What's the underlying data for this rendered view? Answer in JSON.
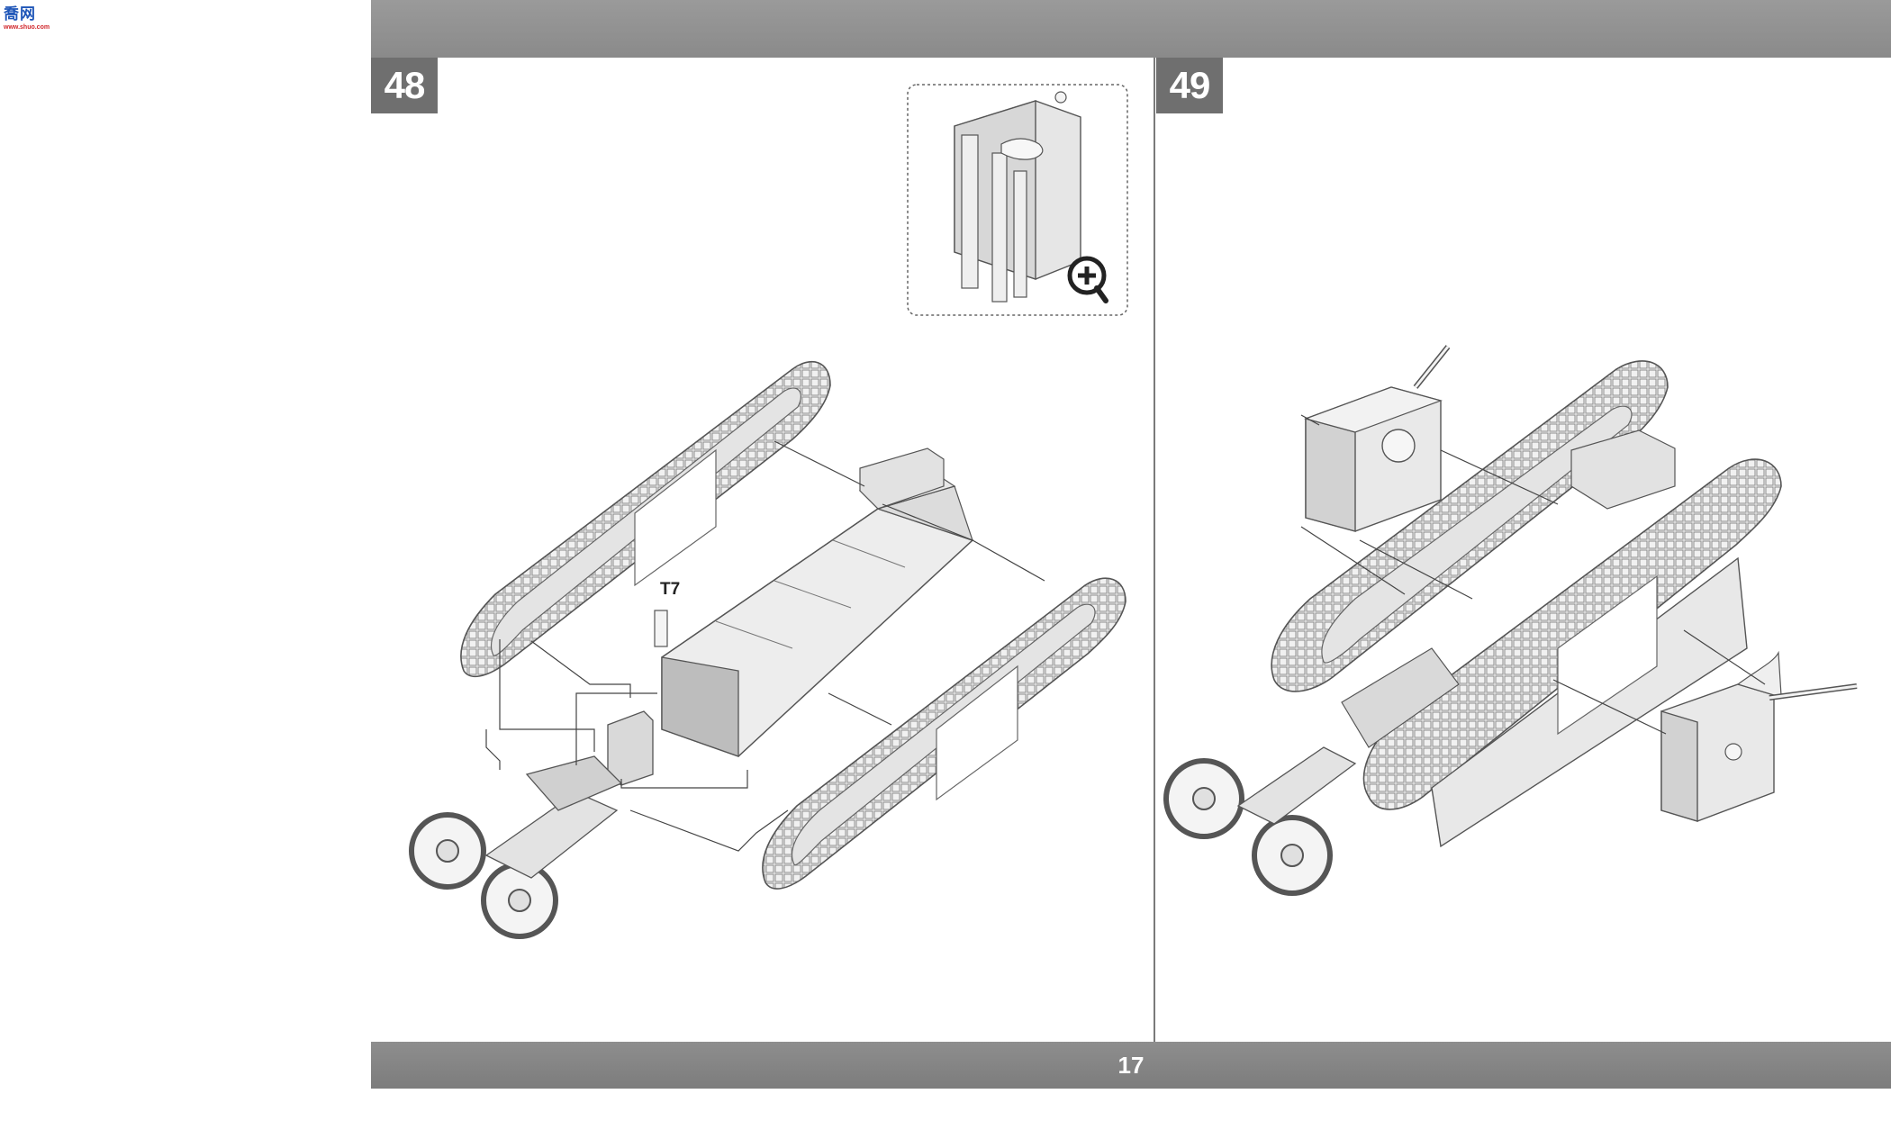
{
  "logo": {
    "text": "喬网",
    "sub": "www.shuo.com"
  },
  "steps": {
    "left": "48",
    "right": "49"
  },
  "labels": {
    "part": "T7"
  },
  "page_number": "17",
  "icons": {
    "zoom": "zoom-plus-icon"
  },
  "colors": {
    "band": "#8a8a8a",
    "step_box": "#6f6f6f"
  }
}
